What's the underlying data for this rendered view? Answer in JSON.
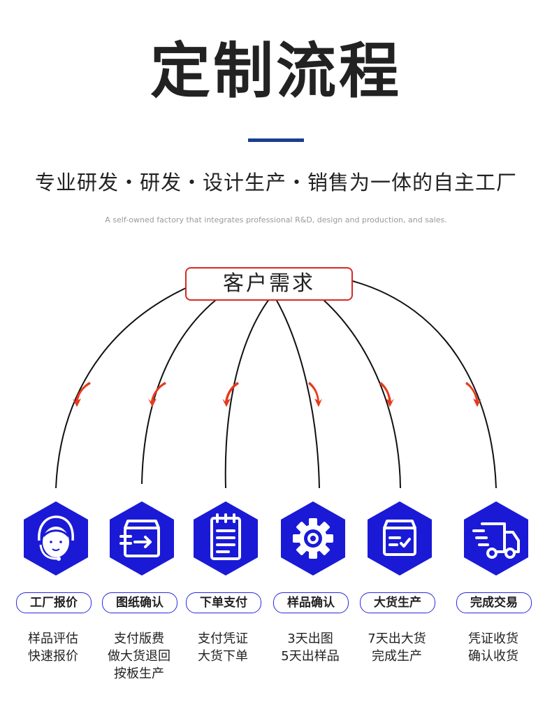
{
  "header": {
    "title": "定制流程",
    "subtitle": "专业研发・研发・设计生产・销售为一体的自主工厂",
    "subtitle_en": "A self-owned factory that integrates professional R&D, design and production, and sales."
  },
  "root": {
    "label": "客户需求"
  },
  "colors": {
    "accent_blue": "#1a1ad6",
    "title_bar": "#1a3f8f",
    "root_border": "#d62a25",
    "arrow_orange": "#f07a1a"
  },
  "steps": [
    {
      "icon": "customer-service-icon",
      "label": "工厂报价",
      "desc": [
        "样品评估",
        "快速报价"
      ]
    },
    {
      "icon": "box-arrow-icon",
      "label": "图纸确认",
      "desc": [
        "支付版费",
        "做大货退回",
        "按板生产"
      ]
    },
    {
      "icon": "notepad-icon",
      "label": "下单支付",
      "desc": [
        "支付凭证",
        "大货下单"
      ]
    },
    {
      "icon": "gear-icon",
      "label": "样品确认",
      "desc": [
        "3天出图",
        "5天出样品"
      ]
    },
    {
      "icon": "box-check-icon",
      "label": "大货生产",
      "desc": [
        "7天出大货",
        "完成生产"
      ]
    },
    {
      "icon": "delivery-truck-icon",
      "label": "完成交易",
      "desc": [
        "凭证收货",
        "确认收货"
      ]
    }
  ]
}
